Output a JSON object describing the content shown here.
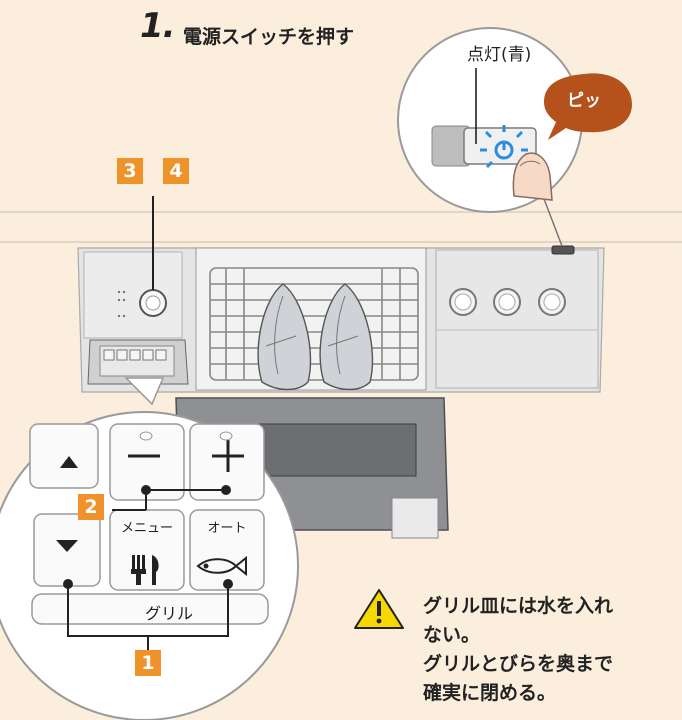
{
  "step": {
    "number": "1.",
    "title": "電源スイッチを押す"
  },
  "badges": {
    "top_a": "3",
    "top_b": "4",
    "left": "2",
    "bottom": "1"
  },
  "callout": {
    "label": "点灯(青)",
    "bubble": "ピッ"
  },
  "panel": {
    "menu_label": "メニュー",
    "auto_label": "オート",
    "grill_label": "グリル"
  },
  "warning": {
    "line1": "グリル皿には水を入れ",
    "line2": "ない。",
    "line3": "グリルとびらを奥まで",
    "line4": "確実に閉める。"
  },
  "colors": {
    "background": "#fbeedd",
    "badge": "#f0922a",
    "bubble": "#b5521b",
    "led": "#2a8de0",
    "warning": "#f5d800"
  }
}
